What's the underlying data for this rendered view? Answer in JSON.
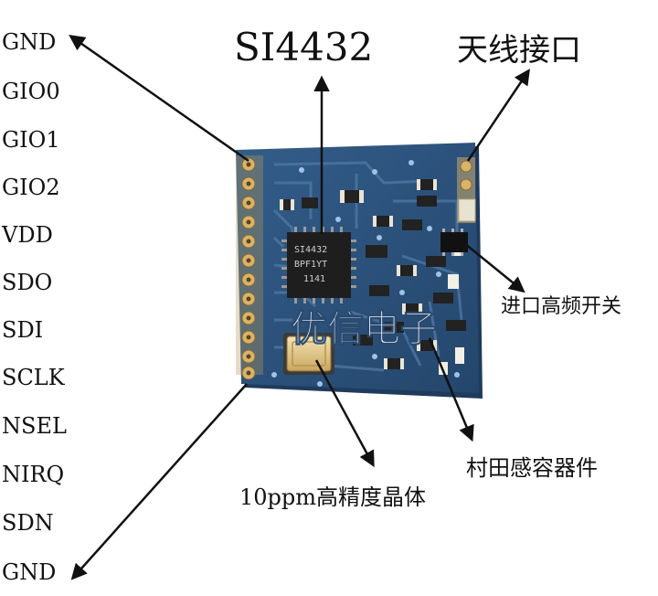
{
  "title": "SI4432",
  "antenna_label": "天线接口",
  "pin_labels": [
    "GND",
    "GIO0",
    "GIO1",
    "GIO2",
    "VDD",
    "SDO",
    "SDI",
    "SCLK",
    "NSEL",
    "NIRQ",
    "SDN",
    "GND"
  ],
  "callouts": {
    "rf_switch": "进口高频开关",
    "murata_caps": "村田感容器件",
    "crystal": "10ppm高精度晶体"
  },
  "chip_marking": [
    "SI4432",
    "BPF1YT",
    "1141"
  ],
  "watermark": "优信电子",
  "colors": {
    "pcb": "#2b4f78",
    "pcb_dark": "#1f3b5c",
    "trace": "#4f79a6",
    "gold": "#d9b36a",
    "arrow": "#111111"
  }
}
